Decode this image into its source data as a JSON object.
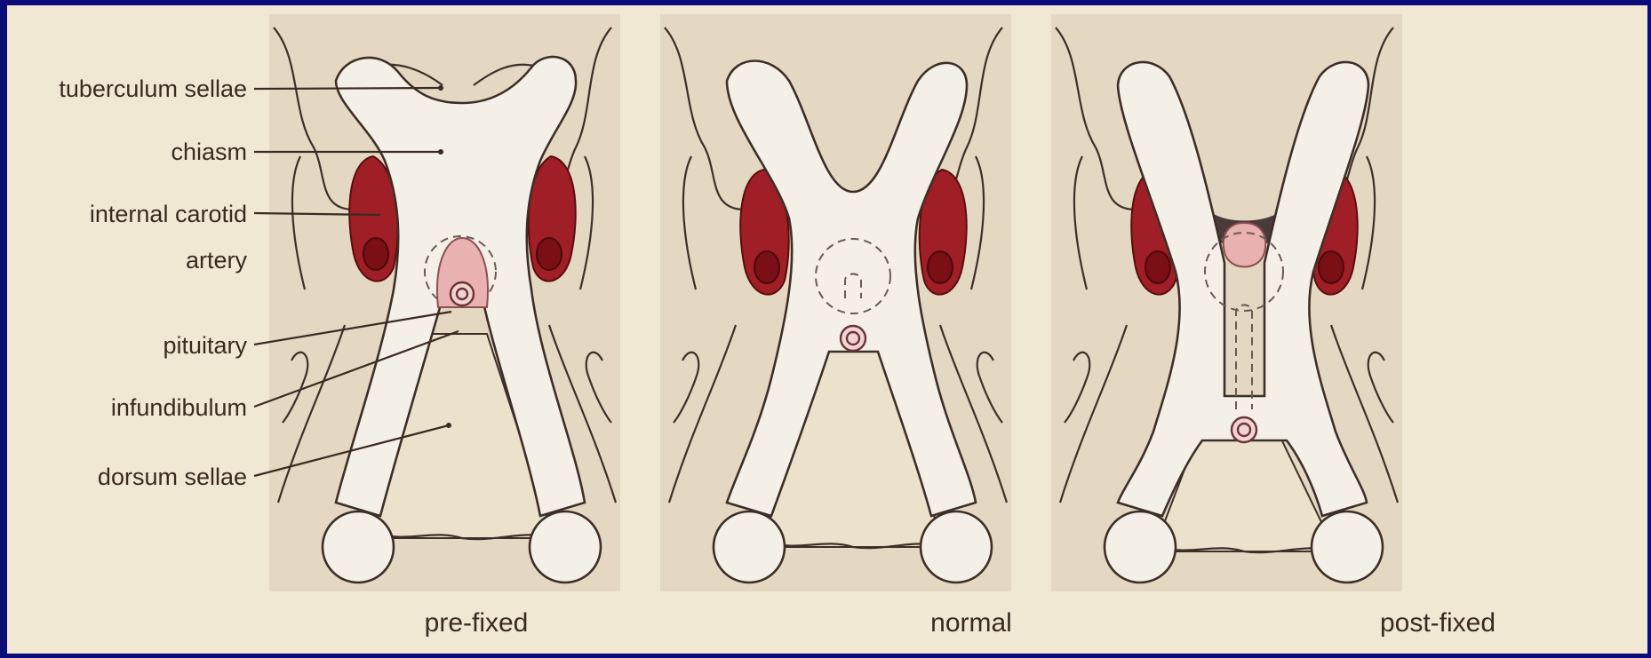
{
  "labels": {
    "tuberculum_sellae": "tuberculum sellae",
    "chiasm": "chiasm",
    "internal_carotid_line1": "internal carotid",
    "internal_carotid_line2": "artery",
    "pituitary": "pituitary",
    "infundibulum": "infundibulum",
    "dorsum_sellae": "dorsum sellae"
  },
  "panels": [
    {
      "caption": "pre-fixed"
    },
    {
      "caption": "normal"
    },
    {
      "caption": "post-fixed"
    }
  ],
  "colors": {
    "border": "#0b0b7a",
    "background": "#f1e8d3",
    "artery": "#a01e25",
    "pituitary": "#e9b1b1",
    "nerve": "#f4f0e8"
  }
}
